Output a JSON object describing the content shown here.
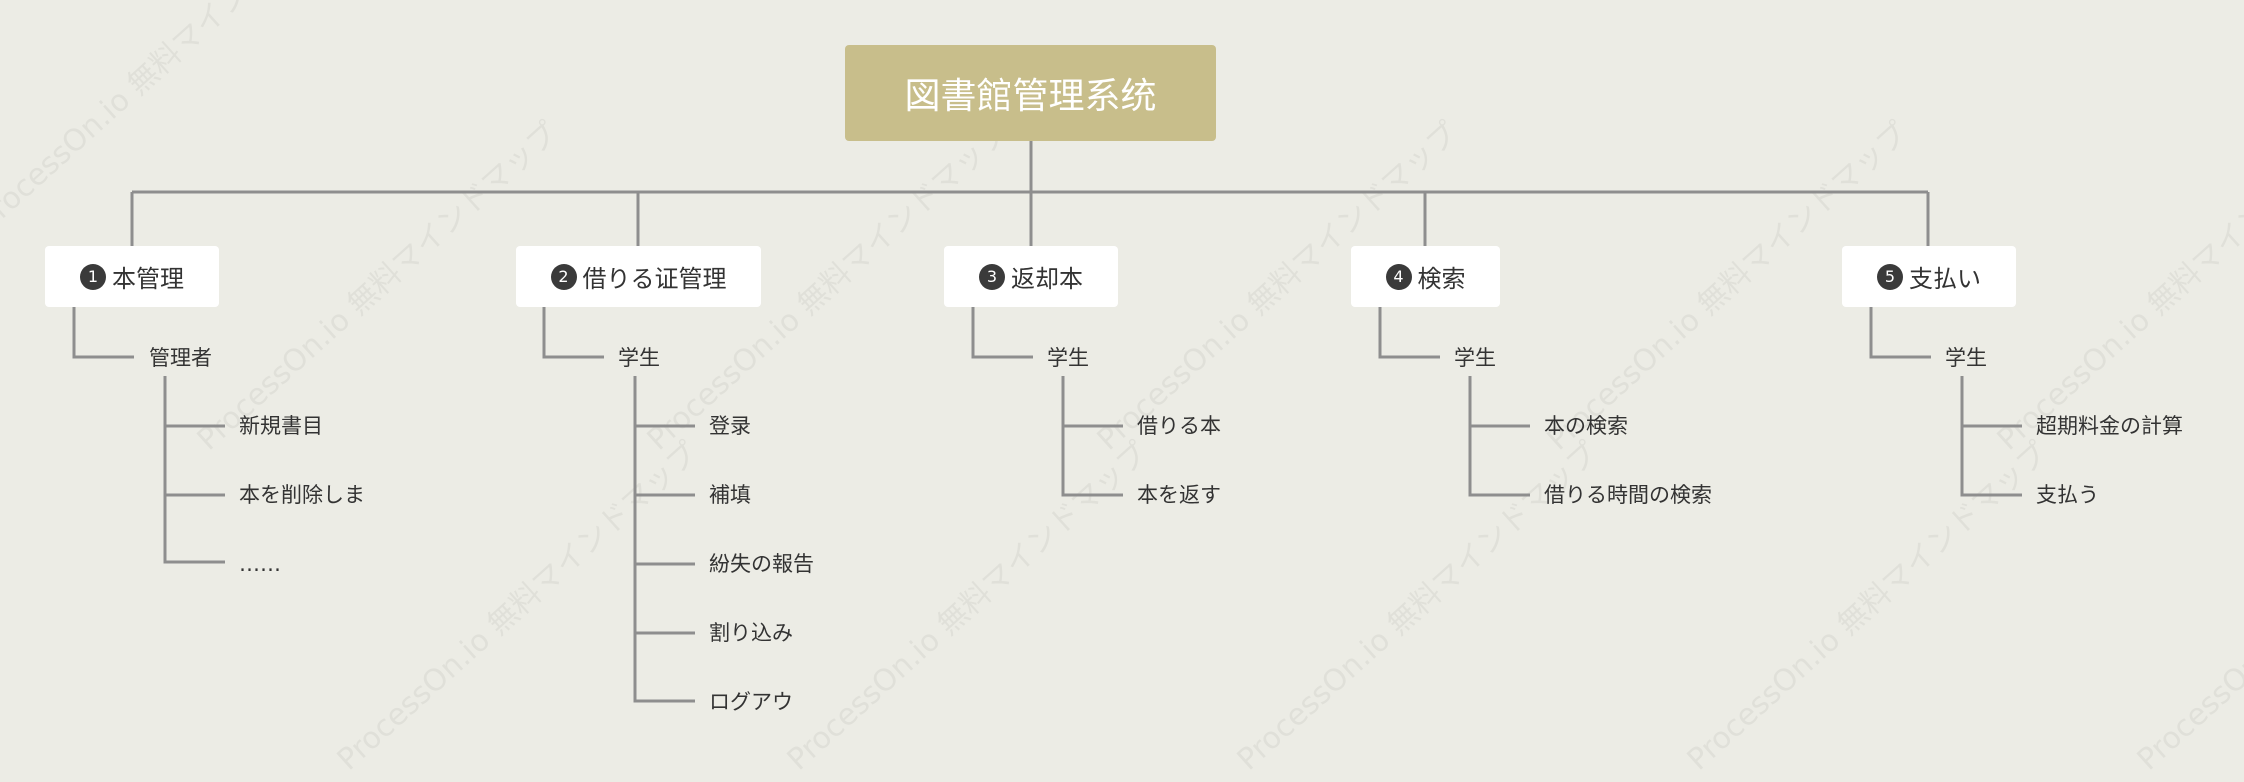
{
  "watermark": "ProcessOn.io 無料マインドマップ",
  "root": {
    "label": "図書館管理系统"
  },
  "branches": [
    {
      "number": "1",
      "label": "本管理",
      "role": "管理者",
      "leaves": [
        "新規書目",
        "本を削除しま",
        "……"
      ]
    },
    {
      "number": "2",
      "label": "借りる证管理",
      "role": "学生",
      "leaves": [
        "登录",
        "補填",
        "紛失の報告",
        "割り込み",
        "ログアウ"
      ]
    },
    {
      "number": "3",
      "label": "返却本",
      "role": "学生",
      "leaves": [
        "借りる本",
        "本を返す"
      ]
    },
    {
      "number": "4",
      "label": "検索",
      "role": "学生",
      "leaves": [
        "本の検索",
        "借りる時間の検索"
      ]
    },
    {
      "number": "5",
      "label": "支払い",
      "role": "学生",
      "leaves": [
        "超期料金の計算",
        "支払う"
      ]
    }
  ],
  "colors": {
    "background": "#ecece5",
    "root_fill": "#c8be8b",
    "line": "#8e8e8e",
    "badge": "#3a3a3a"
  }
}
